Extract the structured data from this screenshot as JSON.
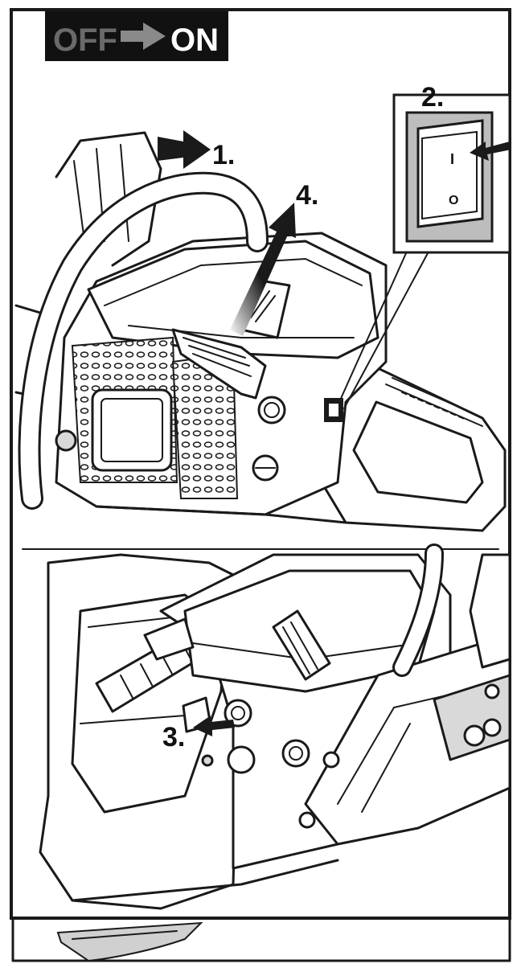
{
  "badge": {
    "off_text": "OFF",
    "on_text": "ON",
    "colors": {
      "background": "#111111",
      "off": "#6a6a6a",
      "on": "#ffffff"
    }
  },
  "steps": {
    "step1": "1.",
    "step2": "2.",
    "step3": "3.",
    "step4": "4."
  },
  "switch_marks": {
    "on_mark": "I",
    "off_mark": "O"
  }
}
